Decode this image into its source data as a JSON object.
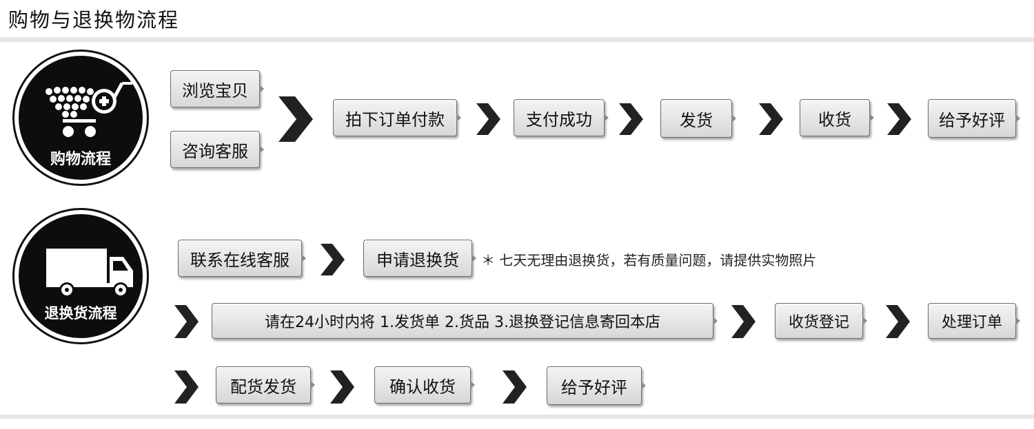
{
  "title": "购物与退换物流程",
  "shopping": {
    "badge_label": "购物流程",
    "steps": [
      "浏览宝贝",
      "咨询客服",
      "拍下订单付款",
      "支付成功",
      "发货",
      "收货",
      "给予好评"
    ]
  },
  "return": {
    "badge_label": "退换货流程",
    "steps": [
      "联系在线客服",
      "申请退换货",
      "请在24小时内将 1.发货单 2.货品 3.退换登记信息寄回本店",
      "收货登记",
      "处理订单",
      "配货发货",
      "确认收货",
      "给予好评"
    ],
    "note": "＊ 七天无理由退换货，若有质量问题，请提供实物照片"
  },
  "icons": {
    "shopping_badge": "shopping-cart-icon",
    "return_badge": "delivery-truck-icon",
    "arrow": "chevron-right-icon"
  }
}
